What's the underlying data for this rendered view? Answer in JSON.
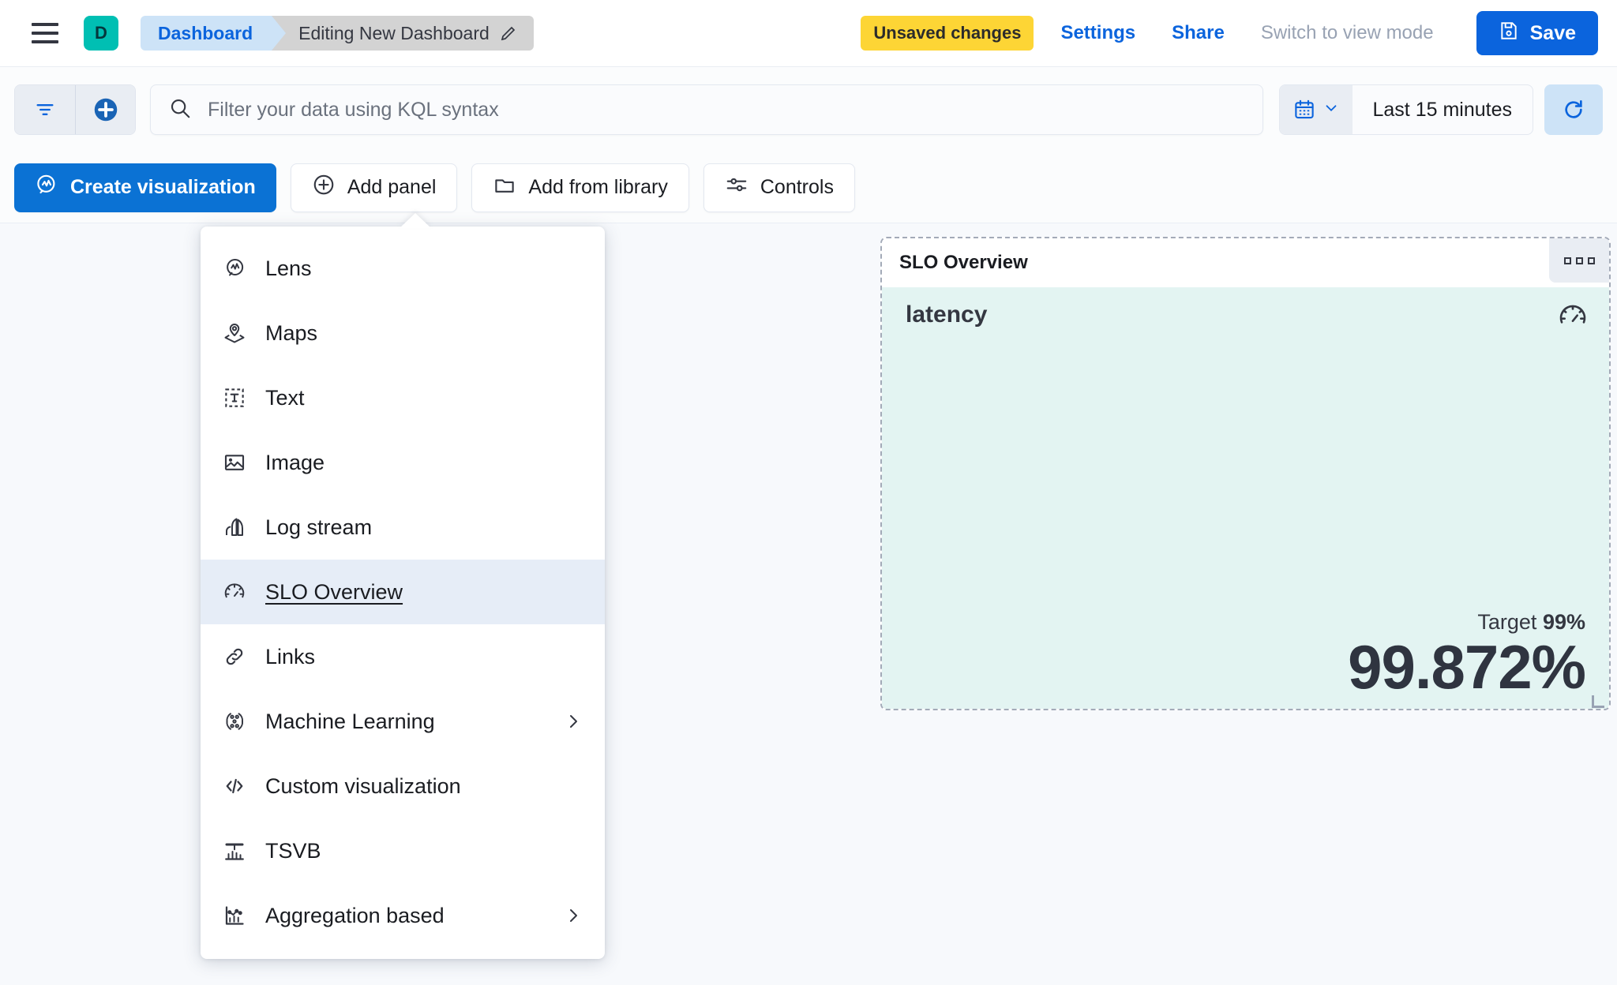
{
  "header": {
    "menu_icon": "hamburger-menu-icon",
    "space_initial": "D",
    "breadcrumb_root": "Dashboard",
    "breadcrumb_current": "Editing New Dashboard",
    "edit_icon": "pencil-icon",
    "unsaved_badge": "Unsaved changes",
    "settings_label": "Settings",
    "share_label": "Share",
    "view_mode_label": "Switch to view mode",
    "save_label": "Save",
    "save_icon": "save-disk-icon",
    "accent_blue": "#0B64DD",
    "badge_yellow": "#FDD535",
    "space_teal": "#00BFB3"
  },
  "query": {
    "filter_icon": "filter-icon",
    "add_filter_icon": "add-circle-icon",
    "search_icon": "search-icon",
    "placeholder": "Filter your data using KQL syntax",
    "value": "",
    "calendar_icon": "calendar-icon",
    "chevron_icon": "chevron-down-icon",
    "time_range": "Last 15 minutes",
    "refresh_icon": "refresh-icon"
  },
  "toolbar": {
    "create_visualization": "Create visualization",
    "add_panel": "Add panel",
    "add_from_library": "Add from library",
    "controls": "Controls"
  },
  "add_panel_menu": {
    "items": [
      {
        "label": "Lens",
        "icon": "lens-icon",
        "selected": false,
        "submenu": false
      },
      {
        "label": "Maps",
        "icon": "maps-pin-layers-icon",
        "selected": false,
        "submenu": false
      },
      {
        "label": "Text",
        "icon": "text-box-icon",
        "selected": false,
        "submenu": false
      },
      {
        "label": "Image",
        "icon": "image-icon",
        "selected": false,
        "submenu": false
      },
      {
        "label": "Log stream",
        "icon": "log-stream-icon",
        "selected": false,
        "submenu": false
      },
      {
        "label": "SLO Overview",
        "icon": "gauge-icon",
        "selected": true,
        "submenu": false
      },
      {
        "label": "Links",
        "icon": "link-chain-icon",
        "selected": false,
        "submenu": false
      },
      {
        "label": "Machine Learning",
        "icon": "machine-learning-icon",
        "selected": false,
        "submenu": true
      },
      {
        "label": "Custom visualization",
        "icon": "code-brackets-icon",
        "selected": false,
        "submenu": false
      },
      {
        "label": "TSVB",
        "icon": "tsvb-bars-icon",
        "selected": false,
        "submenu": false
      },
      {
        "label": "Aggregation based",
        "icon": "aggregation-chart-icon",
        "selected": false,
        "submenu": true
      }
    ]
  },
  "slo_panel": {
    "panel_title": "SLO Overview",
    "context_menu_icon": "panel-context-menu-icon",
    "metric_name": "latency",
    "gauge_icon": "gauge-icon",
    "target_label": "Target",
    "target_value": "99%",
    "sli_value": "99.872%",
    "background_color": "#E3F4F2",
    "resize_handle": "resize-handle"
  }
}
